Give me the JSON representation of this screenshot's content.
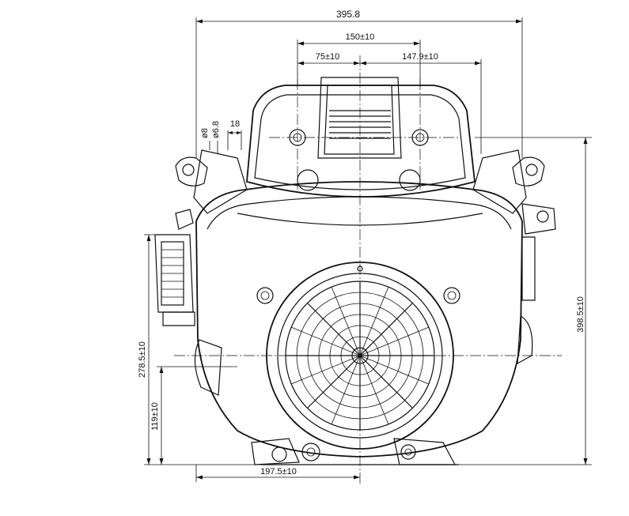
{
  "dimensions": {
    "overall_width": "395.8",
    "bolt_spacing": "150±10",
    "left_offset": "75±10",
    "right_offset": "147.9±10",
    "hole_d8": "ø8",
    "hole_d6_8": "ø6.8",
    "hole_spacing": "18",
    "overall_height": "398.5±10",
    "mid_height": "278.5±10",
    "low_height": "119±10",
    "bottom_offset": "197.5±10"
  }
}
